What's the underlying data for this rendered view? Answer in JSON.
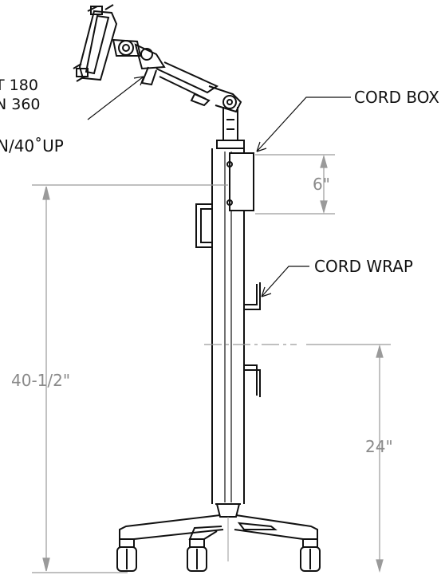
{
  "callouts": {
    "tilt_partial": "T 180",
    "swivel_partial": "N 360",
    "tilt_angle_partial": "N/40˚UP",
    "cord_box": "CORD BOX",
    "cord_wrap": "CORD WRAP"
  },
  "dimensions": {
    "cord_box_height": "6\"",
    "overall_height": "40-1/2\"",
    "cord_wrap_height": "24\""
  },
  "colors": {
    "line": "#111111",
    "dimension_line": "#9a9a9a",
    "dimension_text": "#8a8a8a"
  }
}
